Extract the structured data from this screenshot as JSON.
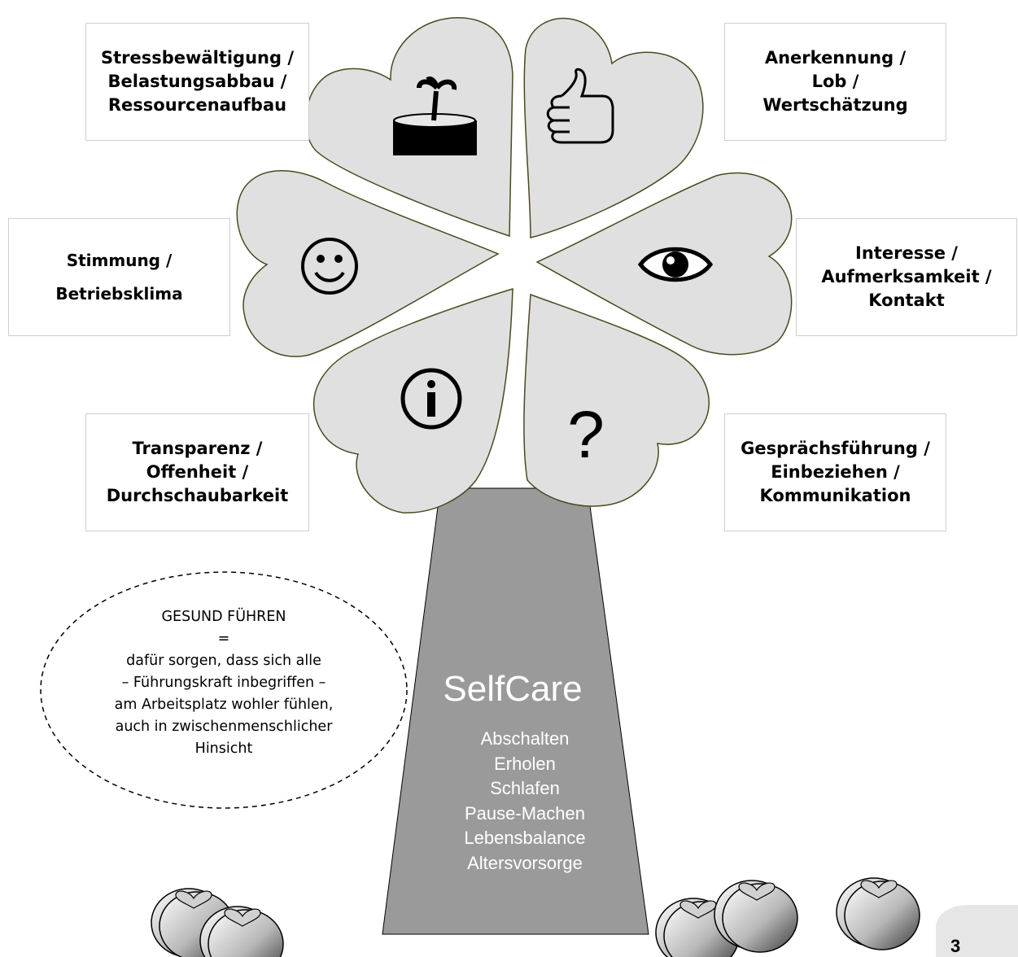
{
  "categories": {
    "stress": [
      "Stressbewältigung /",
      "Belastungsabbau /",
      "Ressourcenaufbau"
    ],
    "anerkennung": [
      "Anerkennung /",
      "Lob /",
      "Wertschätzung"
    ],
    "stimmung": [
      "Stimmung /",
      "Betriebsklima"
    ],
    "interesse": [
      "Interesse /",
      "Aufmerksamkeit /",
      "Kontakt"
    ],
    "transparenz": [
      "Transparenz /",
      "Offenheit /",
      "Durchschaubarkeit"
    ],
    "gespraech": [
      "Gesprächsführung /",
      "Einbeziehen /",
      "Kommunikation"
    ]
  },
  "trunk": {
    "title": "SelfCare",
    "items": [
      "Abschalten",
      "Erholen",
      "Schlafen",
      "Pause-Machen",
      "Lebensbalance",
      "Altersvorsorge"
    ]
  },
  "definition": {
    "lines": [
      "GESUND FÜHREN",
      "=",
      "dafür sorgen, dass sich alle",
      "– Führungskraft inbegriffen –",
      "am Arbeitsplatz wohler fühlen,",
      "auch in zwischenmenschlicher",
      "Hinsicht"
    ]
  },
  "icons": {
    "stress": "island-icon",
    "anerkennung": "thumbs-up-icon",
    "stimmung": "smiley-icon",
    "interesse": "eye-icon",
    "transparenz": "info-icon",
    "gespraech": "question-icon"
  },
  "question_glyph": "?",
  "page_number": "3",
  "colors": {
    "petal": "#e0e0e0",
    "petal_stroke": "#4a4a20",
    "trunk": "#9a9a9a"
  }
}
